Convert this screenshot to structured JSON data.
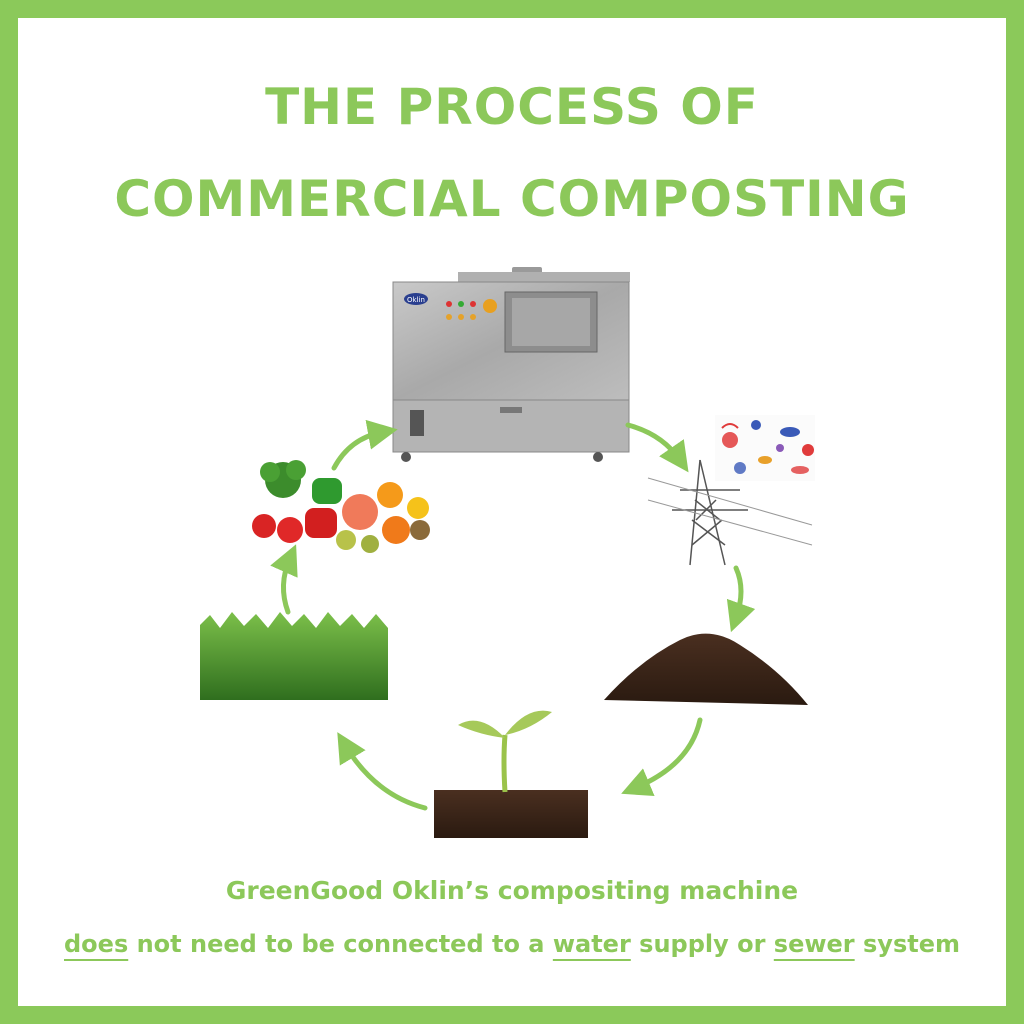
{
  "title_line1": "THE PROCESS OF",
  "title_line2": "COMMERCIAL COMPOSTING",
  "machine": {
    "brand_label": "Oklin"
  },
  "caption": {
    "line1": "GreenGood Oklin’s compositing machine",
    "w1": "does",
    "t1": " not need to be connected to a ",
    "w2": "water",
    "t2": " supply or ",
    "w3": "sewer",
    "t3": " system"
  },
  "colors": {
    "accent": "#8cc85a",
    "frame": "#8bc95a"
  },
  "cycle_items": [
    "composting-machine",
    "microbes",
    "power-tower",
    "compost-soil",
    "seedling",
    "grass",
    "fruits-vegetables"
  ]
}
